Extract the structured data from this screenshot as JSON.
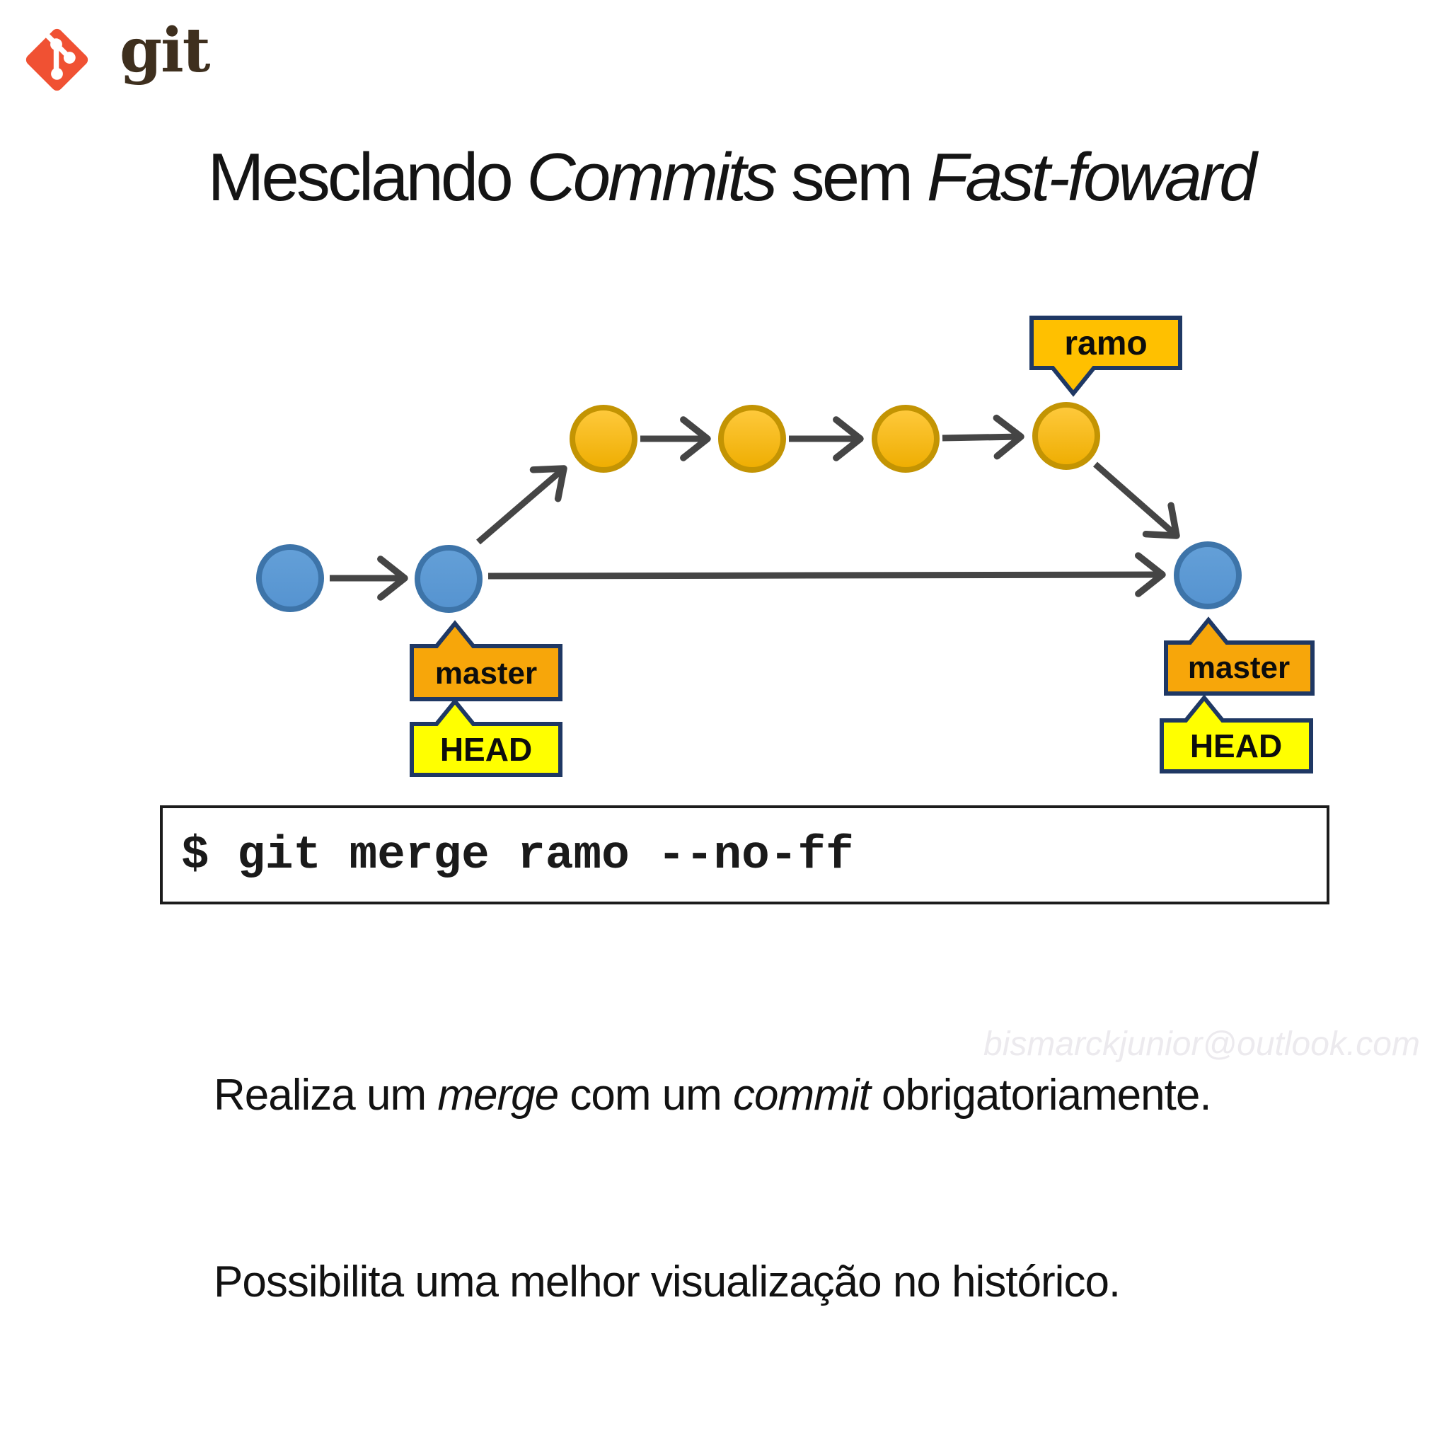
{
  "logo": {
    "wordmark": "git"
  },
  "title": {
    "normal1": "Mesclando ",
    "italic1": "Commits",
    "normal2": " sem ",
    "italic2": "Fast-foward"
  },
  "diagram": {
    "branch_label": "ramo",
    "master_label": "master",
    "head_label": "HEAD",
    "master_commit_count": 2,
    "branch_commit_count": 4,
    "merge_commit_count": 1
  },
  "command": {
    "text": "$ git merge ramo --no-ff"
  },
  "description": {
    "line1_normal1": "Realiza um ",
    "line1_italic1": "merge",
    "line1_normal2": " com um ",
    "line1_italic2": "commit",
    "line1_normal3": " obrigatoriamente.",
    "line2": "Possibilita uma melhor visualização no histórico."
  },
  "watermark": {
    "text": "bismarckjunior@outlook.com"
  },
  "colors": {
    "git_logo_red": "#F05133",
    "git_wordmark_brown": "#3E2F1E",
    "master_commit_blue": "#5B9BD5",
    "master_commit_border": "#3D74A9",
    "branch_commit_gold": "#FFC023",
    "branch_commit_border": "#C39403",
    "arrow_gray": "#454545",
    "branch_tag_fill": "#FFC000",
    "master_tag_fill": "#F7A60A",
    "head_tag_fill": "#FFFF00",
    "tag_border_navy": "#1F3864"
  }
}
